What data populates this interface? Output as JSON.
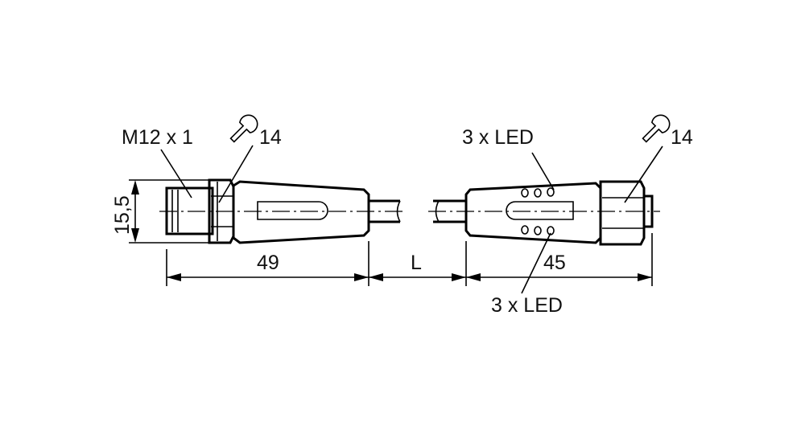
{
  "drawing": {
    "thread_label": "M12 x 1",
    "left_wrench_size": "14",
    "right_wrench_size": "14",
    "led_label_top": "3 x LED",
    "led_label_bottom": "3 x LED",
    "dim_diameter": "15,5",
    "dim_left_length": "49",
    "dim_cable_length": "L",
    "dim_right_length": "45"
  }
}
